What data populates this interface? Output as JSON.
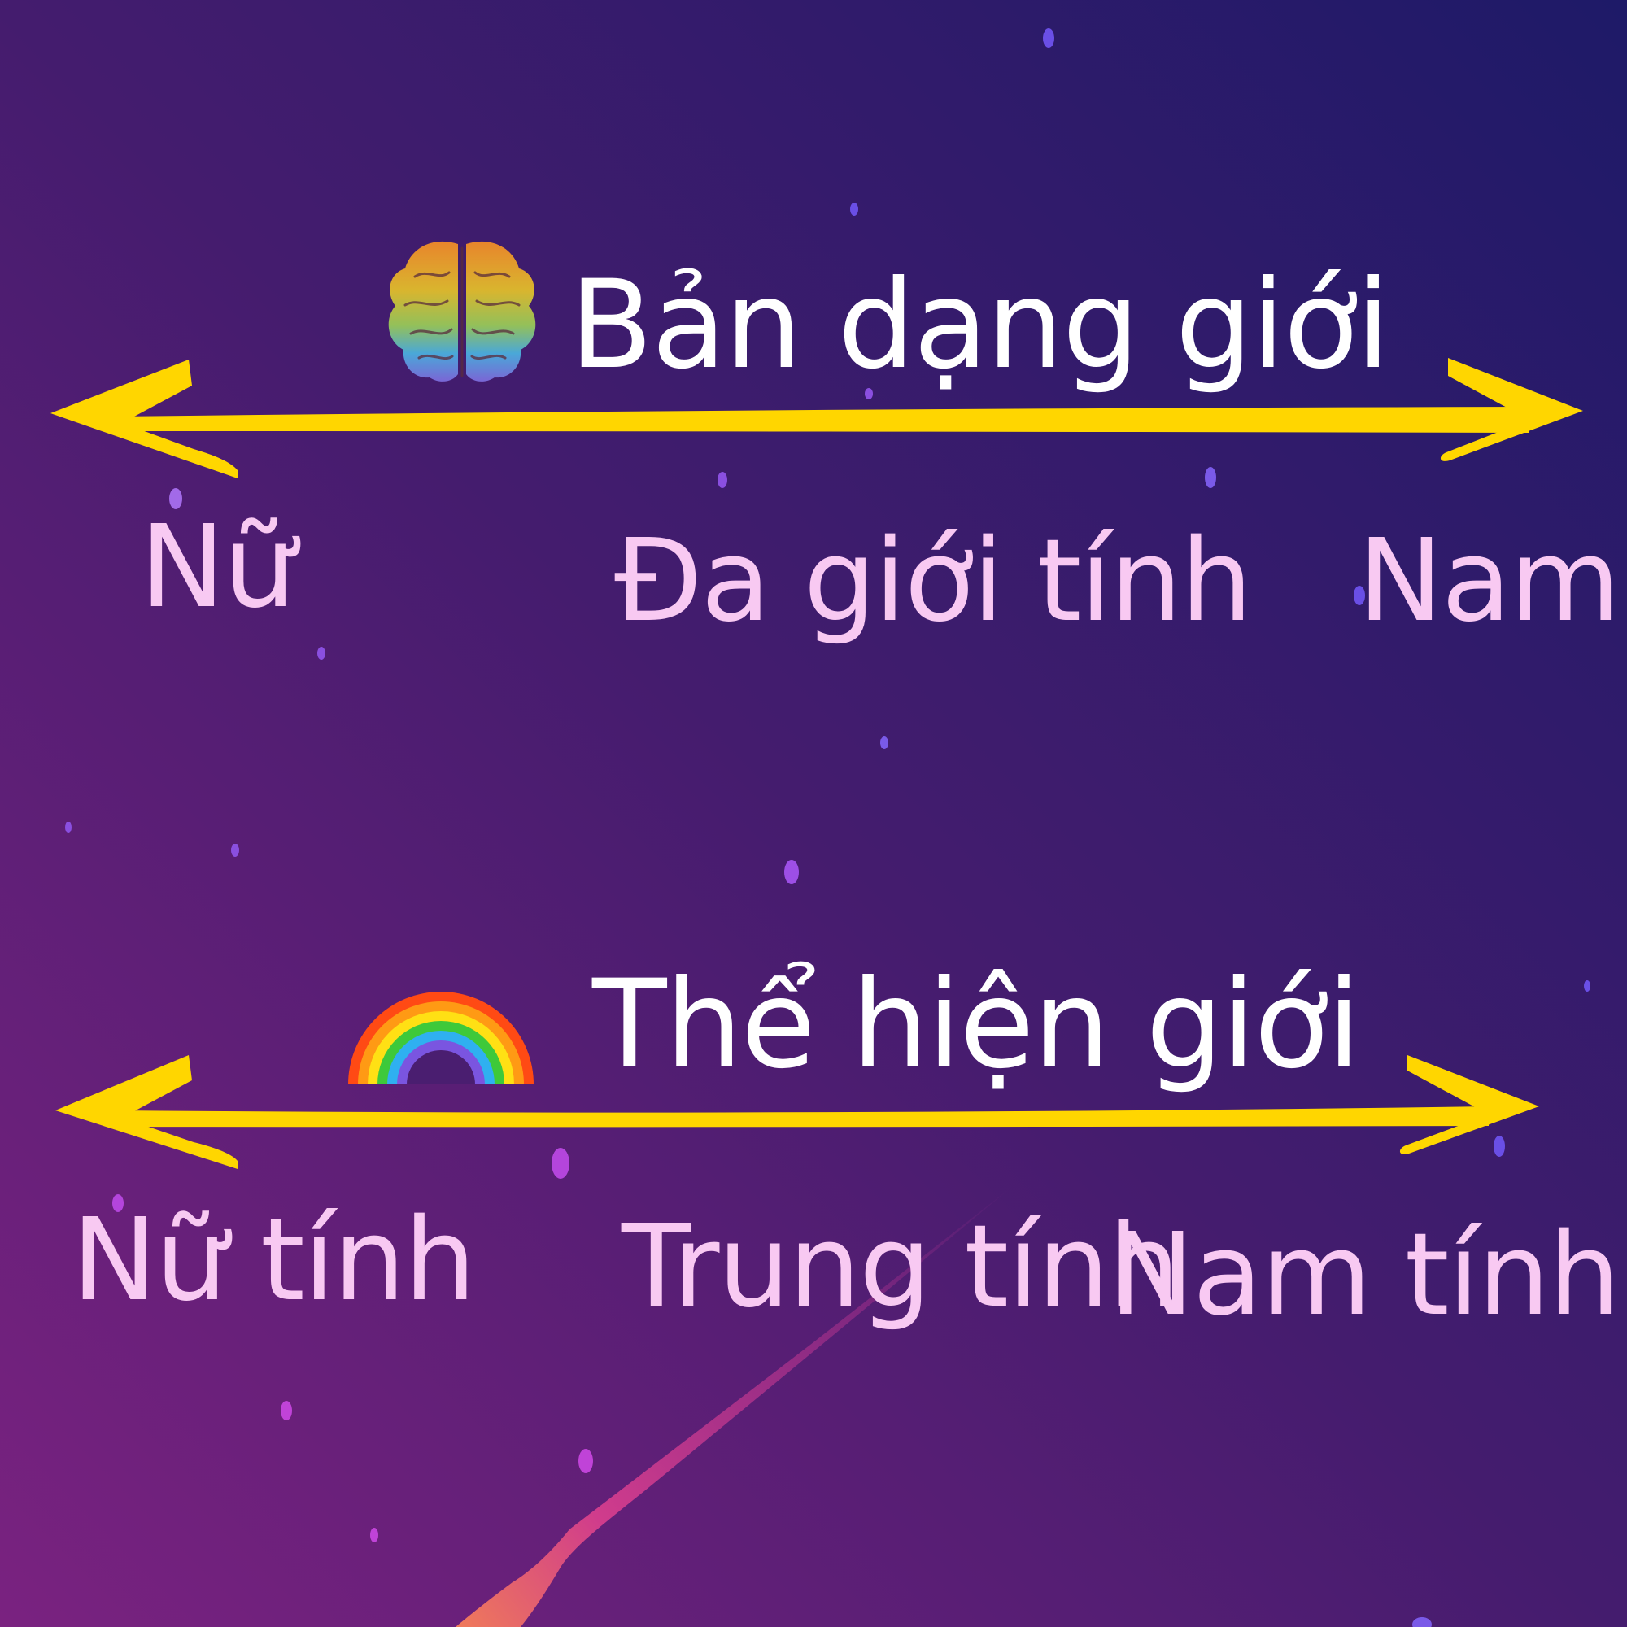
{
  "colors": {
    "background_top_right": "#1e1a68",
    "background_bottom_left": "#7a2280",
    "arrow": "#ffd600",
    "title_text": "#ffffff",
    "pole_text": "#f8c9f2",
    "star": "#8a4fe0"
  },
  "identity": {
    "icon": "brain-icon",
    "title": "Bản dạng giới",
    "left": "Nữ",
    "middle": "Đa giới tính",
    "right": "Nam"
  },
  "expression": {
    "icon": "rainbow-icon",
    "title": "Thể hiện giới",
    "left": "Nữ tính",
    "middle": "Trung tính",
    "right": "Nam tính"
  }
}
